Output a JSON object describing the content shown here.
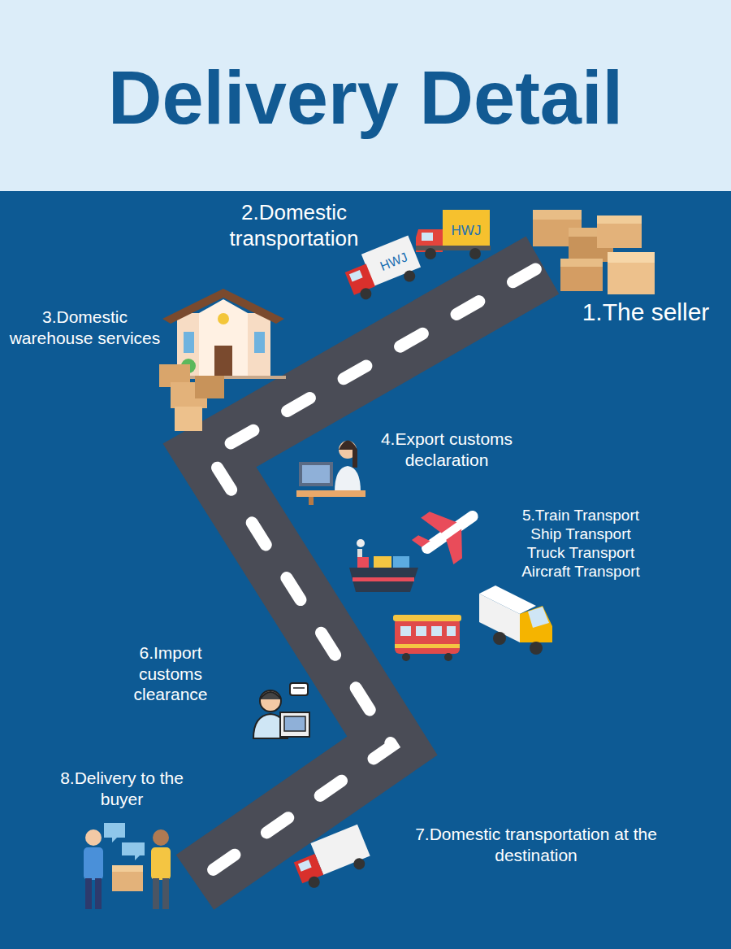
{
  "diagram": {
    "title": "Delivery Detail",
    "labels": [
      "2.Domestic transportation",
      "HWJ",
      "HWJ",
      "1.The seller",
      "3.Domestic warehouse services",
      "4.Export customs declaration",
      "5.Train Transport",
      "Ship Transport",
      "Truck Transport",
      "Aircraft Transport",
      "6.Import customs clearance",
      "8.Delivery to the buyer",
      "7.Domestic transportation at the destination"
    ]
  }
}
